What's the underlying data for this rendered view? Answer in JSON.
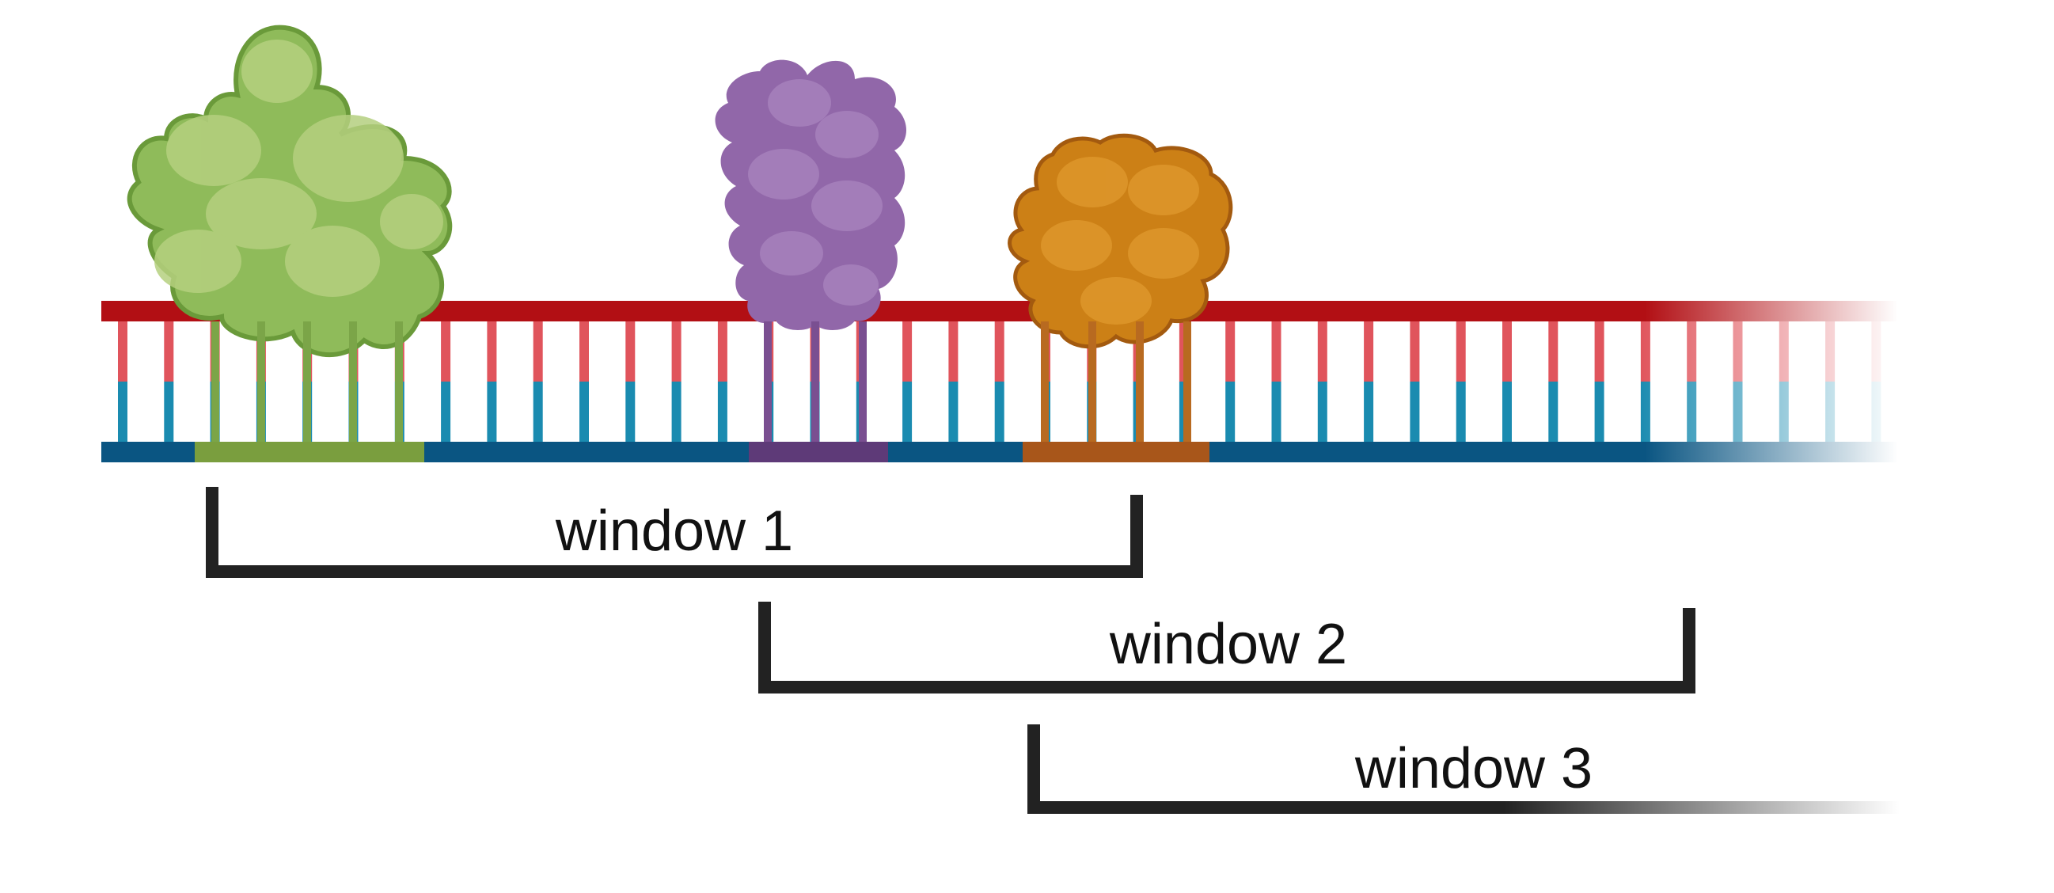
{
  "diagram": {
    "windows": [
      {
        "label": "window 1"
      },
      {
        "label": "window 2"
      },
      {
        "label": "window 3"
      }
    ],
    "proteins": [
      {
        "name": "green-protein",
        "color": "#8cba56",
        "dark": "#6a9a3a"
      },
      {
        "name": "purple-protein",
        "color": "#9066a8",
        "dark": "#5e3a7a"
      },
      {
        "name": "orange-protein",
        "color": "#cc8016",
        "dark": "#a05a10"
      }
    ],
    "strand_colors": {
      "top_strand": "#b20f14",
      "top_base": "#e0545c",
      "bottom_base": "#1a8bb0",
      "bottom_strand": "#0a5582"
    }
  }
}
